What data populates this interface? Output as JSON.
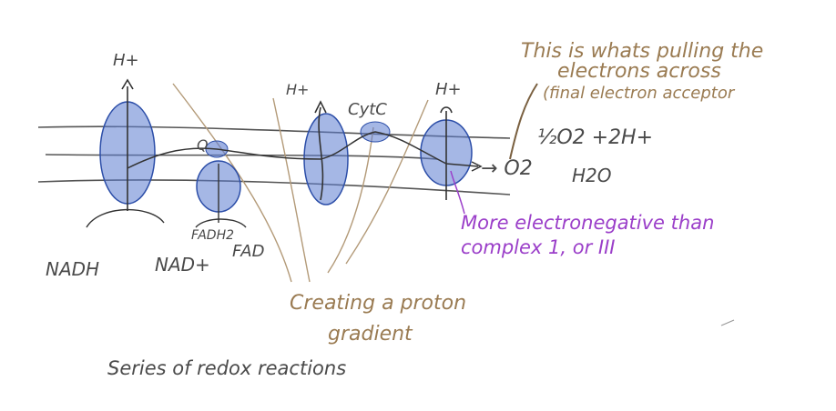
{
  "colors": {
    "membrane": "#555555",
    "protein_fill": "#5b7bd0",
    "protein_stroke": "#2c4ea8",
    "ink": "#4a4a4a",
    "brown_note": "#9a7b52",
    "purple_note": "#9b3fc9"
  },
  "labels": {
    "h_plus_1": "H+",
    "h_plus_2": "H+",
    "h_plus_3": "H+",
    "cyt_c": "CytC",
    "q": "Q",
    "nadh": "NADH",
    "nad_plus": "NAD+",
    "fadh2": "FADH2",
    "fad": "FAD",
    "o2_arrow": "→ O2",
    "half_o2": "½O2 +2H+",
    "h2o": "H2O"
  },
  "notes": {
    "pulling_line1": "This is whats pulling the",
    "pulling_line2": "electrons across",
    "pulling_line3": "(final electron acceptor",
    "electronegative_line1": "More electronegative than",
    "electronegative_line2": "complex 1, or III",
    "gradient_line1": "Creating a proton",
    "gradient_line2": "gradient",
    "series": "Series of redox reactions"
  }
}
